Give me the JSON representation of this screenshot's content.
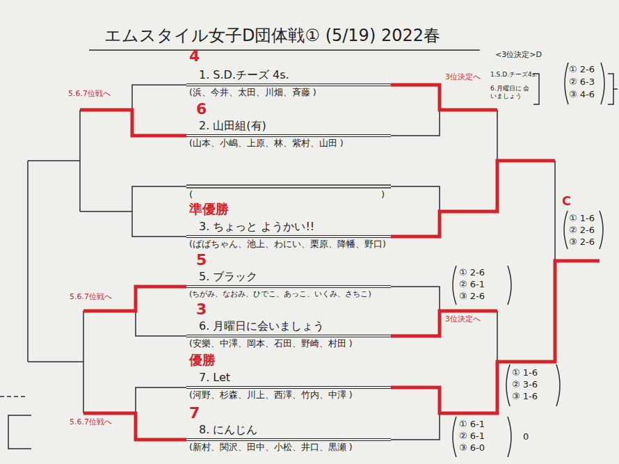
{
  "diagram": {
    "title": "エムスタイル女子D団体戦① (5/19) 2022春",
    "nodes": [
      {
        "text": [
          "1. S.D.チーズ 4s.",
          "(浜、今井、太田、川畑、斉藤 )"
        ]
      },
      {
        "text": [
          "2. 山田組(有)",
          "(山本、小嶋、上原、林、紫村、山田 )"
        ]
      },
      {
        "text": [
          "3. ちょっと ようかい!!",
          "(ばばちゃん、池上、わにい、栗原、降幡、野口)"
        ]
      },
      {
        "text": [
          "5. ブラック",
          "(ちがみ、なおみ、ひでこ、あっこ、いくみ、さちこ)"
        ]
      },
      {
        "text": [
          "6. 月曜日に会いましょう",
          "(安樂、中澤、岡本、石田、野崎、村田 )"
        ]
      },
      {
        "text": [
          "7. Let",
          "(河野、杉森、川上、西澤、竹内、中澤 )"
        ]
      },
      {
        "text": [
          "8. にんじん",
          "(新村、関沢、田中、小松、井口、黒瀬 )"
        ]
      }
    ],
    "edges": [
      {
        "from": 0,
        "to": 1,
        "arrow": "none"
      },
      {
        "from": 3,
        "to": 4,
        "arrow": "none"
      },
      {
        "from": 5,
        "to": 6,
        "arrow": "none"
      },
      {
        "from": 0,
        "to": 1,
        "arrow": "none"
      },
      {
        "from": 3,
        "to": 4,
        "arrow": "none"
      },
      {
        "from": 5,
        "to": 6,
        "arrow": "none"
      }
    ],
    "labels": [
      "<3位決定>D",
      "1.S.D.チーズ4s.",
      "6.月曜日に 会いましょう",
      "① 2-6",
      "② 6-3",
      "③ 4-6",
      "4",
      "6",
      "(",
      ")",
      "準優勝",
      "5",
      "3",
      "優勝",
      "7",
      "5.6.7位戦へ",
      "5.6.7位戦へ",
      "5.6.7位戦へ",
      "3位決定へ",
      "3位決定へ",
      "C",
      "① 1-6",
      "② 2-6",
      "③ 2-6",
      "① 2-6",
      "② 6-1",
      "③ 2-6",
      "① 1-6",
      "② 3-6",
      "③ 1-6",
      "① 6-1",
      "② 6-1",
      "③ 6-0",
      "0"
    ]
  }
}
